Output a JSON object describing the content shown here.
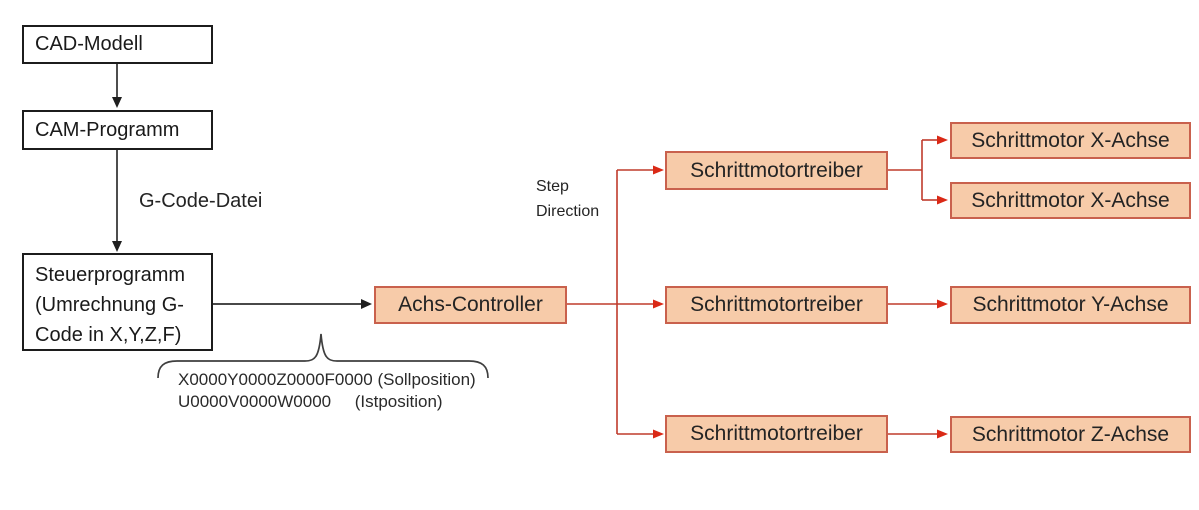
{
  "diagram": {
    "title_note": "CNC G-Code signal flow diagram",
    "nodes": {
      "cad": {
        "label": "CAD-Modell"
      },
      "cam": {
        "label": "CAM-Programm"
      },
      "steuerprogramm": {
        "label": "Steuerprogramm\n(Umrechnung G-\nCode in X,Y,Z,F)"
      },
      "achs_controller": {
        "label": "Achs-Controller"
      },
      "treiber_x": {
        "label": "Schrittmotortreiber"
      },
      "treiber_y": {
        "label": "Schrittmotortreiber"
      },
      "treiber_z": {
        "label": "Schrittmotortreiber"
      },
      "motor_x1": {
        "label": "Schrittmotor X-Achse"
      },
      "motor_x2": {
        "label": "Schrittmotor X-Achse"
      },
      "motor_y": {
        "label": "Schrittmotor Y-Achse"
      },
      "motor_z": {
        "label": "Schrittmotor Z-Achse"
      }
    },
    "annotations": {
      "gcode_file": "G-Code-Datei",
      "step_direction": "Step\nDirection",
      "soll_line": "X0000Y0000Z0000F0000 (Sollposition)",
      "ist_line": "U0000V0000W0000     (Istposition)"
    },
    "colors": {
      "node_fill_peach": "#f7cba9",
      "node_border_peach": "#c9614d",
      "node_border_white_box": "#1c1c1c",
      "connector_red": "#bf3b2c",
      "arrowhead_red": "#da2916",
      "connector_black": "#2e2e2e",
      "background": "#ffffff"
    }
  }
}
